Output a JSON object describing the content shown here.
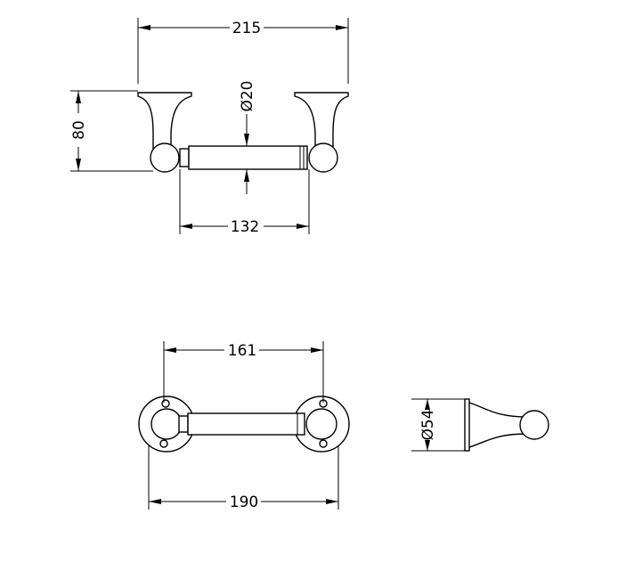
{
  "dimensions": {
    "top_width": "215",
    "height": "80",
    "bar_diameter": "Ø20",
    "bar_length": "132",
    "hole_spacing": "161",
    "plate_span": "190",
    "base_diameter": "Ø54"
  },
  "colors": {
    "line": "#000000",
    "background": "#ffffff"
  }
}
